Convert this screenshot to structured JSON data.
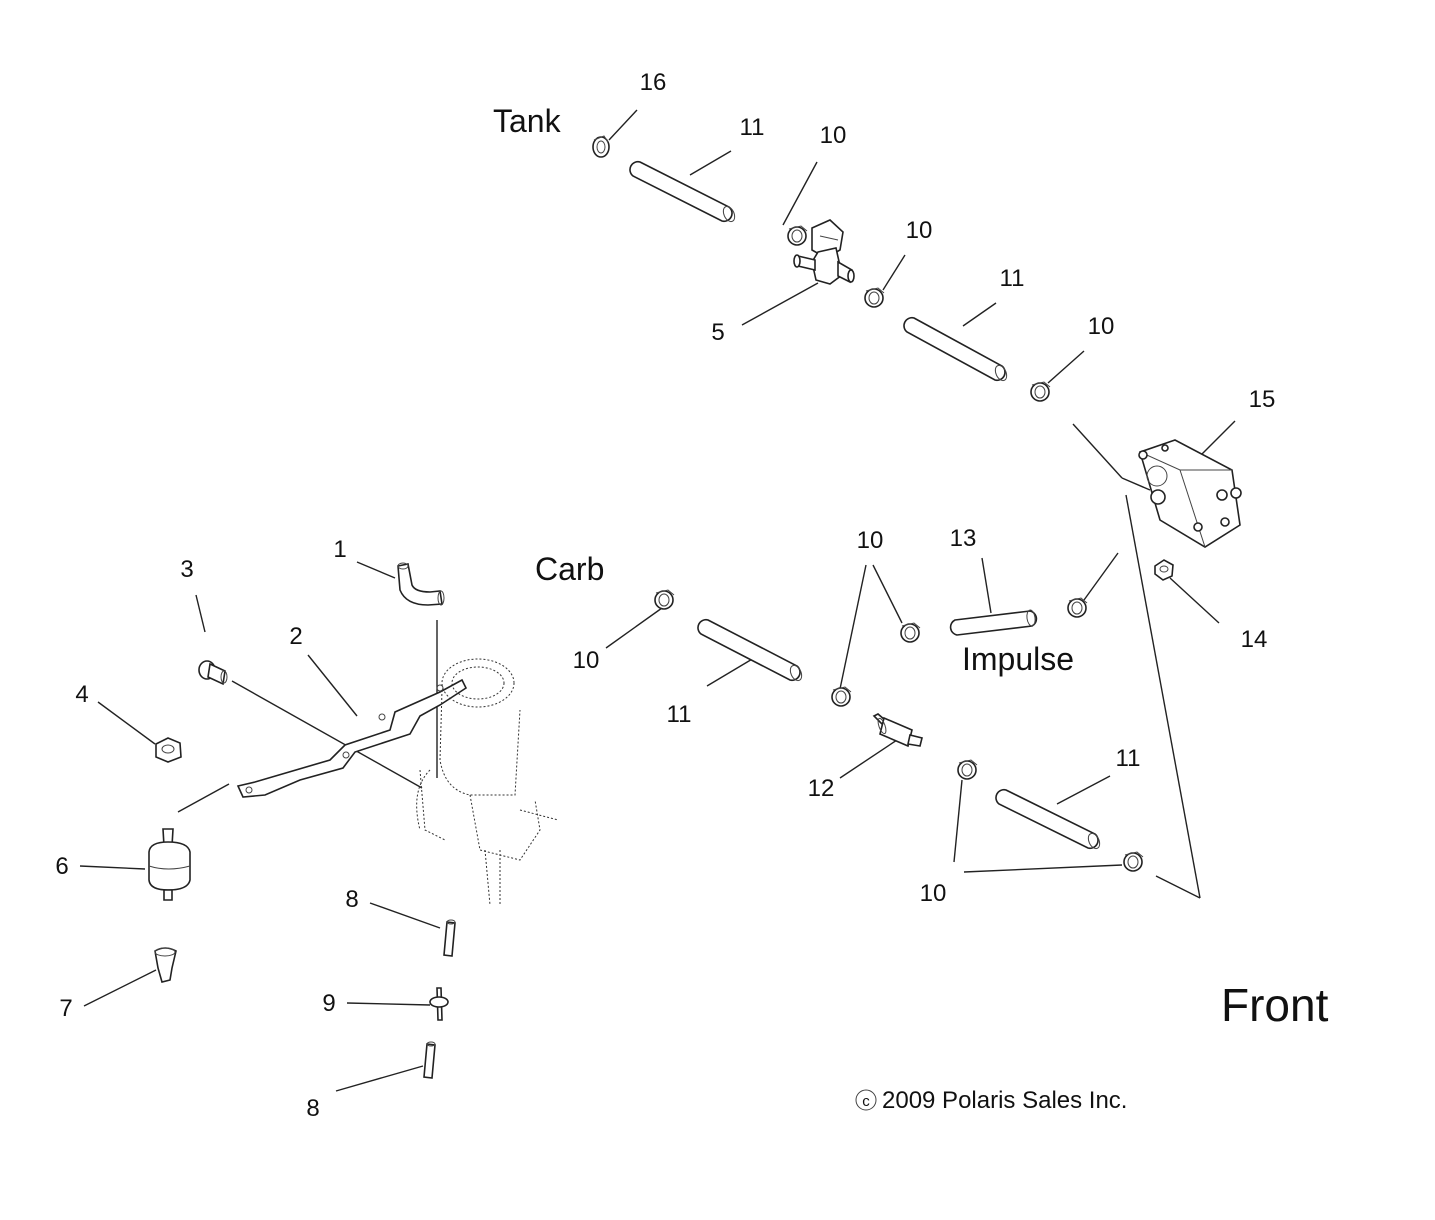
{
  "labels": {
    "tank": "Tank",
    "carb": "Carb",
    "impulse": "Impulse",
    "front": "Front",
    "copyright": "2009 Polaris Sales Inc.",
    "copyright_symbol": "c"
  },
  "callouts": {
    "c1": "1",
    "c2": "2",
    "c3": "3",
    "c4": "4",
    "c5": "5",
    "c6": "6",
    "c7": "7",
    "c8a": "8",
    "c8b": "8",
    "c9": "9",
    "c10a": "10",
    "c10b": "10",
    "c10c": "10",
    "c10d": "10",
    "c10e": "10",
    "c10f": "10",
    "c11a": "11",
    "c11b": "11",
    "c11c": "11",
    "c11d": "11",
    "c12": "12",
    "c13": "13",
    "c14": "14",
    "c15": "15",
    "c16": "16"
  }
}
